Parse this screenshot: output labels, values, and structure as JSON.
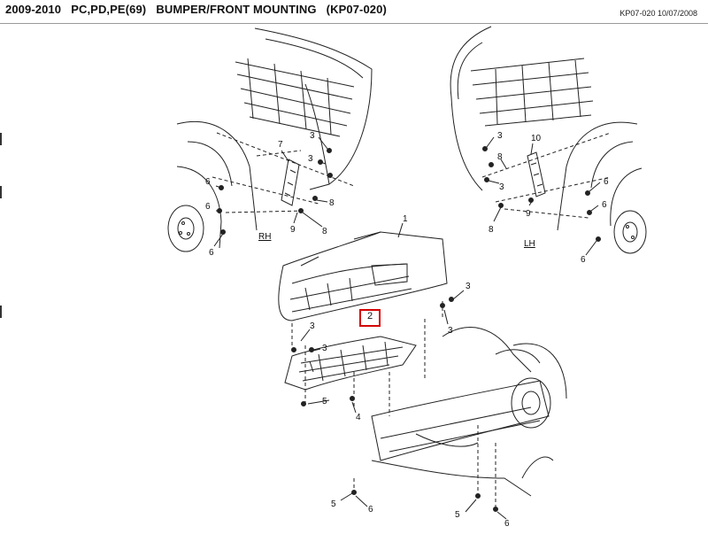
{
  "header": {
    "title": "2009-2010   PC,PD,PE(69)   BUMPER/FRONT MOUNTING   (KP07-020)",
    "ref": "KP07-020 10/07/2008"
  },
  "diagram": {
    "side_labels": {
      "rh": "RH",
      "lh": "LH"
    },
    "highlight_callout": "2",
    "callouts": [
      {
        "id": "c-rh-7",
        "text": "7"
      },
      {
        "id": "c-rh-3a",
        "text": "3"
      },
      {
        "id": "c-rh-3b",
        "text": "3"
      },
      {
        "id": "c-rh-6a",
        "text": "6"
      },
      {
        "id": "c-rh-6b",
        "text": "6"
      },
      {
        "id": "c-rh-6c",
        "text": "6"
      },
      {
        "id": "c-rh-8a",
        "text": "8"
      },
      {
        "id": "c-rh-8b",
        "text": "8"
      },
      {
        "id": "c-rh-9",
        "text": "9"
      },
      {
        "id": "c-lh-10",
        "text": "10"
      },
      {
        "id": "c-lh-3a",
        "text": "3"
      },
      {
        "id": "c-lh-3b",
        "text": "3"
      },
      {
        "id": "c-lh-8a",
        "text": "8"
      },
      {
        "id": "c-lh-8b",
        "text": "8"
      },
      {
        "id": "c-lh-9",
        "text": "9"
      },
      {
        "id": "c-lh-6a",
        "text": "6"
      },
      {
        "id": "c-lh-6b",
        "text": "6"
      },
      {
        "id": "c-lh-6c",
        "text": "6"
      },
      {
        "id": "c-main-1",
        "text": "1"
      },
      {
        "id": "c-main-3a",
        "text": "3"
      },
      {
        "id": "c-main-3b",
        "text": "3"
      },
      {
        "id": "c-main-3c",
        "text": "3"
      },
      {
        "id": "c-main-3d",
        "text": "3"
      },
      {
        "id": "c-main-5a",
        "text": "5"
      },
      {
        "id": "c-main-4",
        "text": "4"
      },
      {
        "id": "c-main-5b",
        "text": "5"
      },
      {
        "id": "c-main-6a",
        "text": "6"
      },
      {
        "id": "c-main-5c",
        "text": "5"
      },
      {
        "id": "c-main-6b",
        "text": "6"
      }
    ]
  }
}
